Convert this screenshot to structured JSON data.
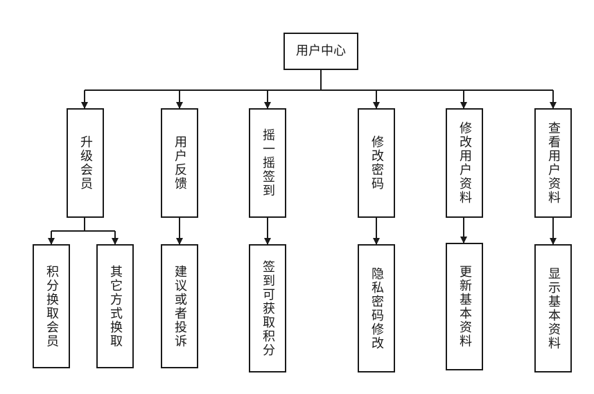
{
  "root": {
    "label": "用户中心"
  },
  "level1": [
    {
      "label": "升级会员"
    },
    {
      "label": "用户反馈"
    },
    {
      "label": "摇一摇签到"
    },
    {
      "label": "修改密码"
    },
    {
      "label": "修改用户资料"
    },
    {
      "label": "查看用户资料"
    }
  ],
  "level2": [
    {
      "label": "积分换取会员"
    },
    {
      "label": "其它方式换取"
    },
    {
      "label": "建议或者投诉"
    },
    {
      "label": "签到可获取积分"
    },
    {
      "label": "隐私密码修改"
    },
    {
      "label": "更新基本资料"
    },
    {
      "label": "显示基本资料"
    }
  ],
  "colors": {
    "line": "#1a1a1a",
    "box_border": "#1a1a1a",
    "background": "#ffffff"
  }
}
